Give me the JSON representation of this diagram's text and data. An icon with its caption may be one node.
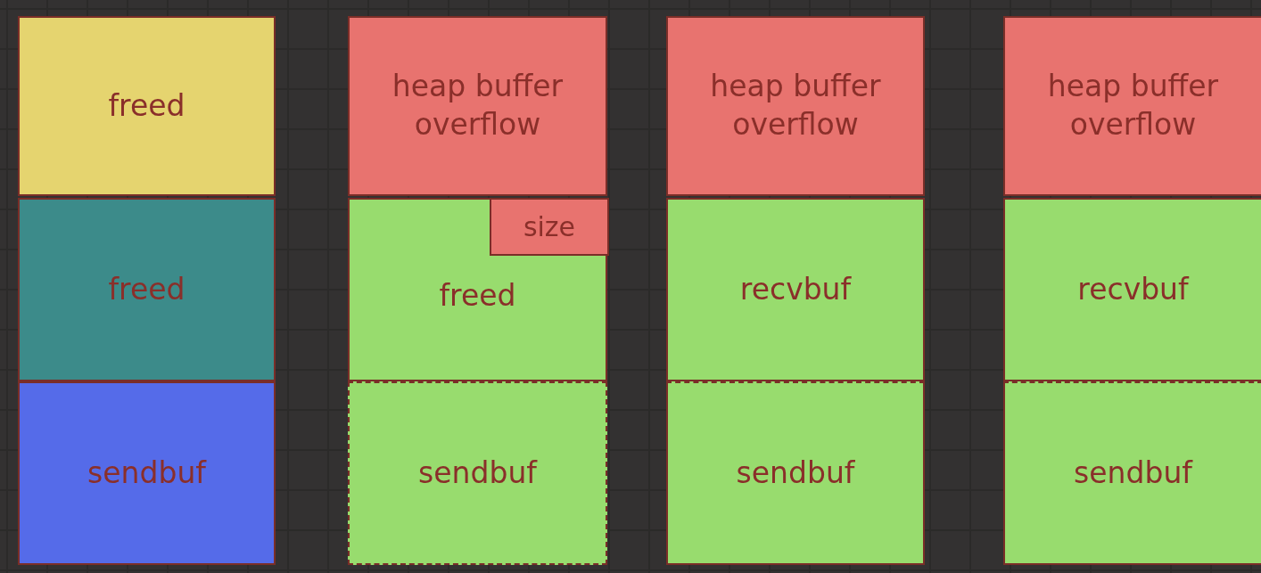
{
  "diagram": {
    "nodes": [
      {
        "text": [
          "freed"
        ]
      },
      {
        "text": [
          "freed"
        ]
      },
      {
        "text": [
          "sendbuf"
        ]
      },
      {
        "text": [
          "heap buffer overflow"
        ]
      },
      {
        "text": [
          "freed"
        ]
      },
      {
        "text": [
          "size"
        ],
        "in": 4
      },
      {
        "text": [
          "sendbuf"
        ]
      },
      {
        "text": [
          "heap buffer overflow"
        ]
      },
      {
        "text": [
          "recvbuf"
        ]
      },
      {
        "text": [
          "sendbuf"
        ]
      },
      {
        "text": [
          "heap buffer overflow"
        ]
      },
      {
        "text": [
          "recvbuf"
        ]
      },
      {
        "text": [
          "sendbuf"
        ]
      }
    ]
  }
}
